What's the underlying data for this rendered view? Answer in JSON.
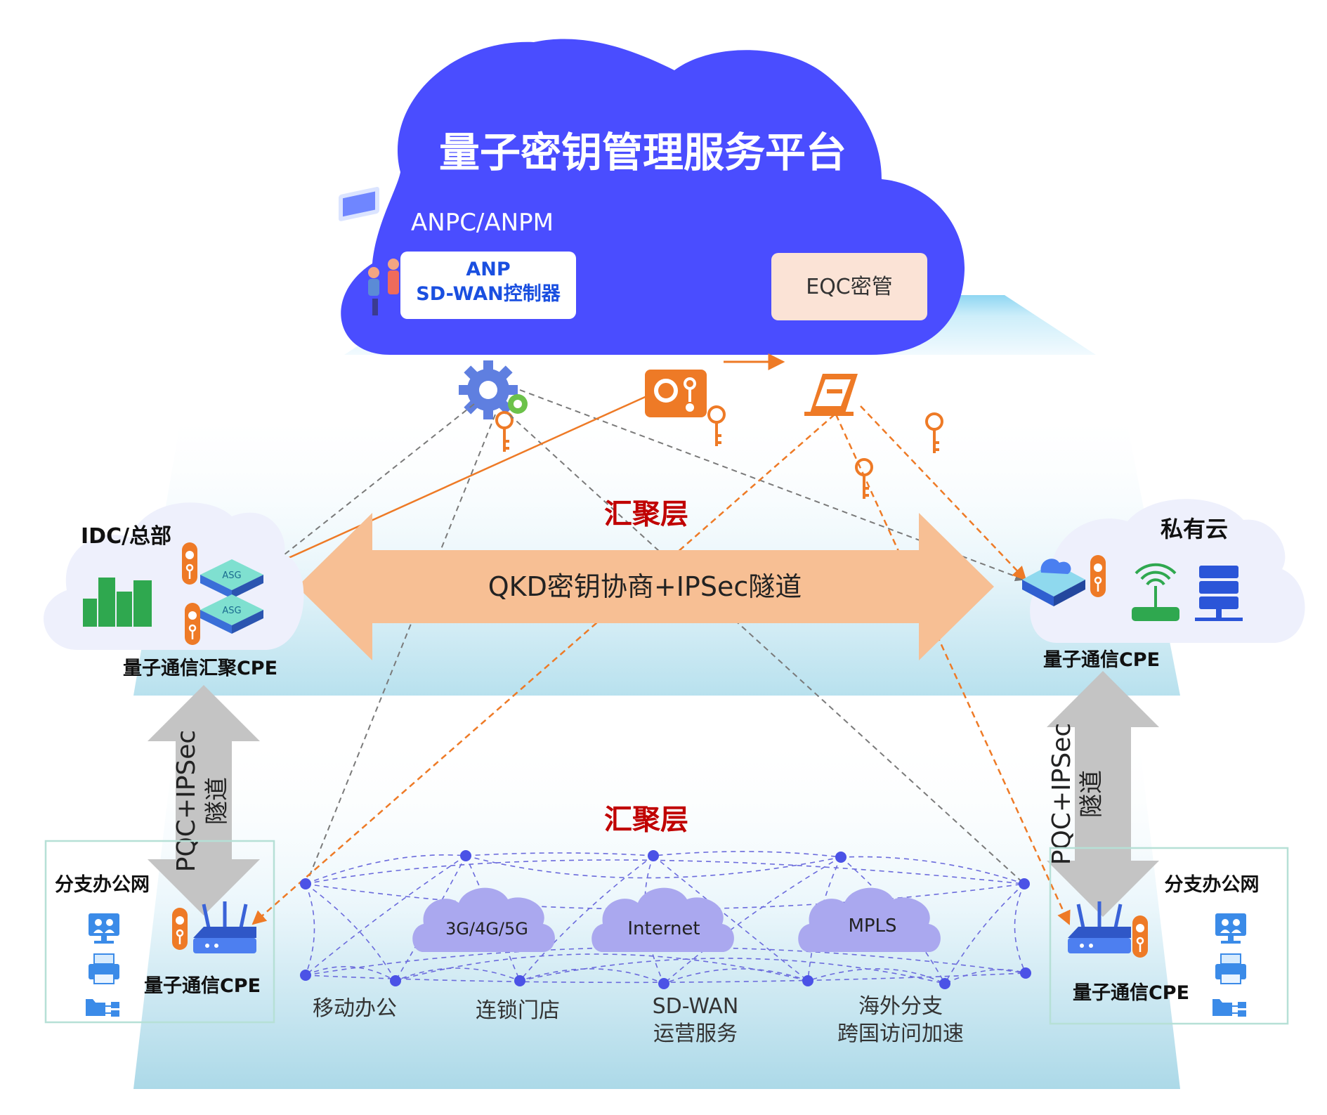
{
  "platform": {
    "title": "量子密钥管理服务平台",
    "subtitle": "ANPC/ANPM",
    "controller_line1": "ANP",
    "controller_line2": "SD-WAN控制器",
    "eqc": "EQC密管"
  },
  "layer_upper_label": "汇聚层",
  "layer_lower_label": "汇聚层",
  "main_arrow_label": "QKD密钥协商+IPSec隧道",
  "idc": {
    "title": "IDC/总部",
    "device_label": "量子通信汇聚CPE",
    "chip_label": "ASG"
  },
  "private_cloud": {
    "title": "私有云",
    "device_label": "量子通信CPE"
  },
  "left_vertical": {
    "line1": "PQC+IPSec",
    "line2": "隧道"
  },
  "right_vertical": {
    "line1": "PQC+IPSec",
    "line2": "隧道"
  },
  "branch_left": {
    "title": "分支办公网",
    "device_label": "量子通信CPE"
  },
  "branch_right": {
    "title": "分支办公网",
    "device_label": "量子通信CPE"
  },
  "mesh_clouds": [
    "3G/4G/5G",
    "Internet",
    "MPLS"
  ],
  "mesh_labels": {
    "mobile": "移动办公",
    "chain": "连锁门店",
    "sdwan_line1": "SD-WAN",
    "sdwan_line2": "运营服务",
    "overseas_line1": "海外分支",
    "overseas_line2": "跨国访问加速"
  },
  "colors": {
    "platform_blue": "#4a4dff",
    "controller_text": "#1a4fe0",
    "eqc_bg": "#fbe3d6",
    "orange": "#ee7a26",
    "arrow_fill": "#f7bf94",
    "layer_red": "#c00000",
    "node_blue": "#4b52e6",
    "mesh_cloud": "#aaa8ef",
    "grey_arrow": "#c4c4c4"
  }
}
